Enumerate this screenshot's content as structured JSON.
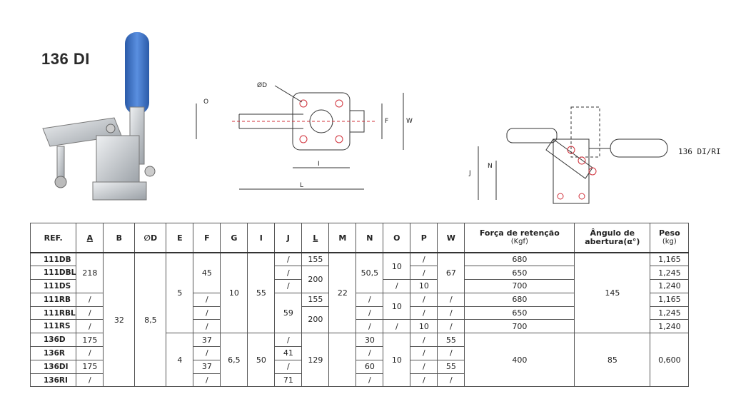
{
  "title": "136 DI",
  "side_label": "136 DI/RI",
  "drawing_labels": {
    "d": "ØD",
    "o": "O",
    "i": "I",
    "l": "L",
    "f": "F",
    "w": "W",
    "j": "J",
    "n": "N"
  },
  "colors": {
    "handle": "#3a6fc4",
    "metal": "#c8ccd0",
    "line": "#333333",
    "hidden": "#d0303a"
  },
  "table": {
    "headers": {
      "ref": "REF.",
      "a": "A",
      "b": "B",
      "d": "∅D",
      "e": "E",
      "f": "F",
      "g": "G",
      "i": "I",
      "j": "J",
      "l": "L",
      "m": "M",
      "n": "N",
      "o": "O",
      "p": "P",
      "w": "W",
      "forca": "Força de retenção",
      "forca_unit": "(Kgf)",
      "angulo_1": "Ângulo de",
      "angulo_2": "abertura(α°)",
      "peso": "Peso",
      "peso_unit": "(kg)"
    },
    "rows": [
      {
        "ref": "111DB",
        "a": "218",
        "j": "/",
        "l": "155",
        "p": "/",
        "forca": "680",
        "peso": "1,165"
      },
      {
        "ref": "111DBL",
        "j": "/",
        "p": "/",
        "forca": "650",
        "peso": "1,245"
      },
      {
        "ref": "111DS",
        "j": "/",
        "o": "/",
        "p": "10",
        "forca": "700",
        "peso": "1,240"
      },
      {
        "ref": "111RB",
        "a": "/",
        "f": "/",
        "l": "155",
        "n": "/",
        "p": "/",
        "w": "/",
        "forca": "680",
        "peso": "1,165"
      },
      {
        "ref": "111RBL",
        "a": "/",
        "f": "/",
        "n": "/",
        "p": "/",
        "w": "/",
        "forca": "650",
        "peso": "1,245"
      },
      {
        "ref": "111RS",
        "a": "/",
        "f": "/",
        "n": "/",
        "o": "/",
        "p": "10",
        "w": "/",
        "forca": "700",
        "peso": "1,240"
      },
      {
        "ref": "136D",
        "a": "175",
        "f": "37",
        "j": "/",
        "n": "30",
        "p": "/",
        "w": "55"
      },
      {
        "ref": "136R",
        "a": "/",
        "f": "/",
        "j": "41",
        "n": "/",
        "p": "/",
        "w": "/"
      },
      {
        "ref": "136DI",
        "a": "175",
        "f": "37",
        "j": "/",
        "n": "60",
        "p": "/",
        "w": "55"
      },
      {
        "ref": "136RI",
        "a": "/",
        "f": "/",
        "j": "71",
        "n": "/",
        "p": "/",
        "w": "/"
      }
    ],
    "merged": {
      "a_111d": "218",
      "b_all": "32",
      "d_all": "8,5",
      "e_111": "5",
      "f_111d": "45",
      "g_111": "10",
      "i_111": "55",
      "l_111dbl": "200",
      "j_111r": "59",
      "l_111rbl": "200",
      "m_all": "22",
      "n_111d": "50,5",
      "o_111db": "10",
      "o_111rb": "10",
      "w_111d": "67",
      "angulo_111": "145",
      "e_136": "4",
      "g_136": "6,5",
      "i_136": "50",
      "l_136": "129",
      "o_136": "10",
      "forca_136": "400",
      "angulo_136": "85",
      "peso_136": "0,600"
    }
  }
}
